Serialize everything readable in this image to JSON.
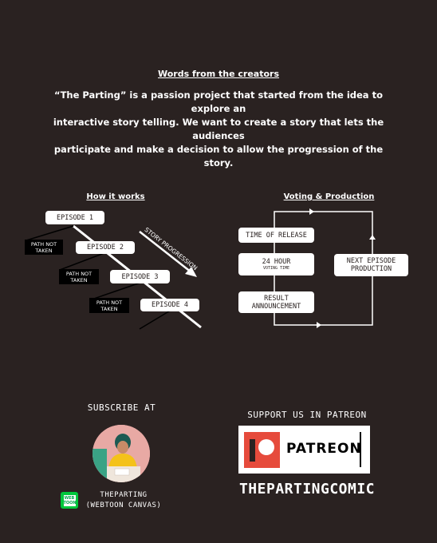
{
  "creators": {
    "title": "Words from the creators",
    "line1": "“The Parting” is a passion project that started from the idea to explore an",
    "line2": "interactive story telling. We want to create a story that lets the audiences",
    "line3": "participate and make a decision to allow the progression of the story."
  },
  "how_it_works": {
    "title": "How it works",
    "episodes": [
      "EPISODE 1",
      "EPISODE 2",
      "EPISODE 3",
      "EPISODE 4"
    ],
    "path_not_taken": {
      "line1": "PATH NOT",
      "line2": "TAKEN"
    },
    "arrow_label": "STORY PROGRESSION"
  },
  "voting": {
    "title": "Voting  & Production",
    "time_of_release": "TIME OF RELEASE",
    "hour_box": {
      "line1": "24 HOUR",
      "line2": "VOTING TIME"
    },
    "result": {
      "line1": "RESULT",
      "line2": "ANNOUNCEMENT"
    },
    "next": {
      "line1": "NEXT EPISODE",
      "line2": "PRODUCTION"
    }
  },
  "subscribe": {
    "title": "SUBSCRIBE AT",
    "webtoon_logo_text": "WEB TOON",
    "name": "THEPARTING",
    "platform": "(WEBTOON CANVAS)"
  },
  "patreon": {
    "title": "SUPPORT US IN PATREON",
    "logo_text": "PATREON",
    "handle": "THEPARTINGCOMIC",
    "brand_color": "#e64b3c"
  }
}
